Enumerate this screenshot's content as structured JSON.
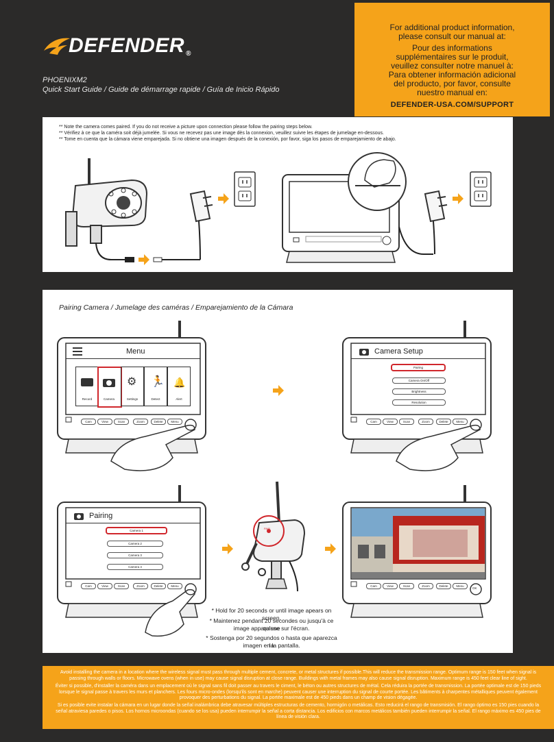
{
  "header": {
    "brand": "DEFENDER",
    "registered": "®",
    "model": "PHOENIXM2",
    "subtitle": "Quick Start Guide / Guide de démarrage rapide / Guía de Inicio Rápido"
  },
  "info_box": {
    "en": [
      "For additional product information,",
      "please consult our manual at:"
    ],
    "fr": [
      "Pour des informations",
      "supplémentaires sur le produit,",
      "veuillez consulter notre manuel à:"
    ],
    "es": [
      "Para obtener información adicional",
      "del producto, por favor, consulte",
      "nuestro manual en:"
    ],
    "url": "DEFENDER-USA.COM/SUPPORT"
  },
  "setup": {
    "notes": [
      "** Note the camera comes paired. If you do not receive a picture upon connection please follow the pairing steps below.",
      "** Vérifiez à ce que la caméra soit déjà jumelée.  Si vous ne recevez pas une image dès la connexion, veuillez suivre les étapes de jumelage en-dessous.",
      "** Tome en cuenta que la cámara viene emparejada. Si no obtiene una imagen después de la conexión, por favor, siga los pasos de emparejamiento de abajo."
    ]
  },
  "pairing": {
    "title": "Pairing Camera / Jumelage des caméras / Emparejamiento de la Cámara",
    "menu_screen": {
      "title": "Menu",
      "items": [
        "Record",
        "Camera",
        "Settings",
        "Detect",
        "Alert"
      ]
    },
    "camera_setup_screen": {
      "title": "Camera Setup",
      "items": [
        "Pairing",
        "Camera On/Off",
        "Brightness",
        "Resolution"
      ]
    },
    "pairing_screen": {
      "title": "Pairing",
      "items": [
        "Camera 1",
        "Camera 2",
        "Camera 3",
        "Camera 4"
      ]
    },
    "monitor_buttons": [
      "Cam",
      "View",
      "Scan",
      "Zoom",
      "Delete",
      "Menu"
    ],
    "ok_label": "OK",
    "camera_label": "PAIR",
    "hold_text": [
      [
        "* Hold for 20 seconds or until image apears on screen."
      ],
      [
        "* Maintenez pendant 20 secondes ou jusqu'à ce qu'une",
        "image apparaisse sur l'écran."
      ],
      [
        "* Sostenga por 20 segundos o hasta que aparezca la",
        "imagen en la pantalla."
      ]
    ]
  },
  "footer": {
    "en": "Avoid installing the camera in a location where the wireless signal must pass through multiple cement, concrete, or metal structures if possible.This will reduce the transmission range. Optimum range is 150 feet when signal is passing through walls or floors. Microwave ovens (when in use) may cause signal disruption at close range. Buildings with metal frames may also cause signal disruption. Maximum range is 450 feet clear line of sight.",
    "fr": "Éviter si possible, d'installer la caméra dans un emplacement où le signal sans fil doit passer au travers le ciment, le béton ou autres structures de métal. Cela réduira la portée de transmission. La portée optimale est de 150 pieds lorsque le signal passe à travers les murs et planchers. Les fours micro-ondes (lorsqu'ils sont en marche) peuvent causer une interruption du signal de courte portée. Les bâtiments à charpentes métalliques peuvent également provoquer des perturbations du signal. La portée maximale est de 450 pieds dans un champ de vision dégagée.",
    "es": "Si es posible evite instalar la cámara en un lugar donde la señal inalámbrica debe atravesar múltiples estructuras de cemento, hormigón o metálicas. Esto reducirá el rango de transmisión. El rango óptimo es 150 pies cuando la señal atraviesa paredes o pisos. Los hornos microondas (cuando se los usa) pueden interrumpir la señal a corta distancia. Los edificios con marcos metálicos también pueden interrumpir la señal. El rango máximo es 450 pies de línea de visión clara."
  },
  "colors": {
    "background": "#2b2a29",
    "accent": "#f5a31a",
    "highlight": "#d0262b"
  }
}
